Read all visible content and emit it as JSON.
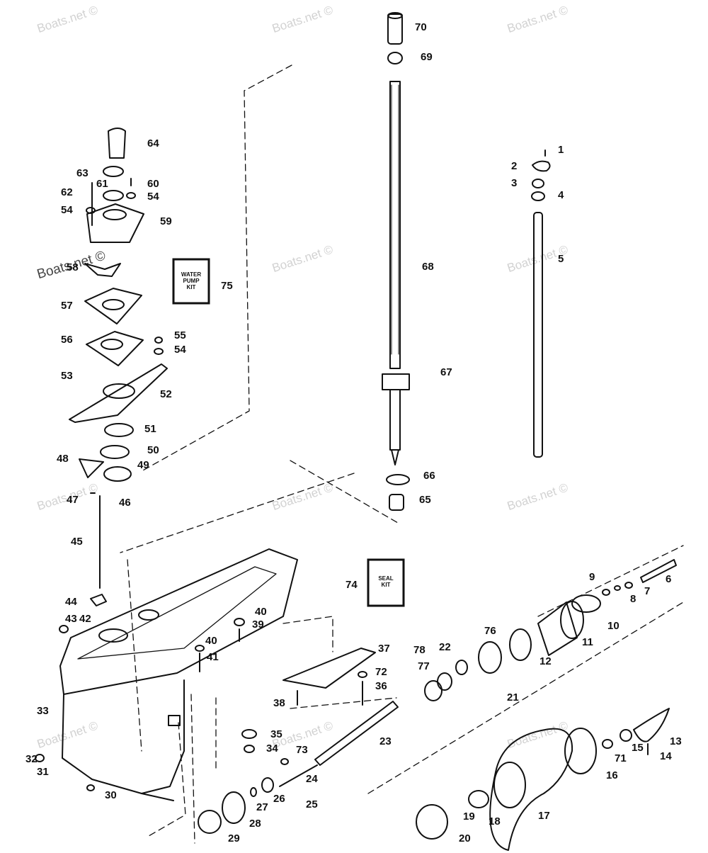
{
  "watermark": "Boats.net ©",
  "kits": {
    "water_pump_kit": "WATER\nPUMP\nKIT",
    "seal_kit": "SEAL\nKIT"
  },
  "callouts": [
    {
      "id": "1",
      "text": "1"
    },
    {
      "id": "2",
      "text": "2"
    },
    {
      "id": "3",
      "text": "3"
    },
    {
      "id": "4",
      "text": "4"
    },
    {
      "id": "5",
      "text": "5"
    },
    {
      "id": "6",
      "text": "6"
    },
    {
      "id": "7",
      "text": "7"
    },
    {
      "id": "8",
      "text": "8"
    },
    {
      "id": "9",
      "text": "9"
    },
    {
      "id": "10",
      "text": "10"
    },
    {
      "id": "11",
      "text": "11"
    },
    {
      "id": "12",
      "text": "12"
    },
    {
      "id": "13",
      "text": "13"
    },
    {
      "id": "14",
      "text": "14"
    },
    {
      "id": "15",
      "text": "15"
    },
    {
      "id": "16",
      "text": "16"
    },
    {
      "id": "17",
      "text": "17"
    },
    {
      "id": "18",
      "text": "18"
    },
    {
      "id": "19",
      "text": "19"
    },
    {
      "id": "20",
      "text": "20"
    },
    {
      "id": "21",
      "text": "21"
    },
    {
      "id": "22",
      "text": "22"
    },
    {
      "id": "23",
      "text": "23"
    },
    {
      "id": "24",
      "text": "24"
    },
    {
      "id": "25",
      "text": "25"
    },
    {
      "id": "26",
      "text": "26"
    },
    {
      "id": "27",
      "text": "27"
    },
    {
      "id": "28",
      "text": "28"
    },
    {
      "id": "29",
      "text": "29"
    },
    {
      "id": "30",
      "text": "30"
    },
    {
      "id": "31",
      "text": "31"
    },
    {
      "id": "32",
      "text": "32"
    },
    {
      "id": "33",
      "text": "33"
    },
    {
      "id": "34",
      "text": "34"
    },
    {
      "id": "35",
      "text": "35"
    },
    {
      "id": "36",
      "text": "36"
    },
    {
      "id": "37",
      "text": "37"
    },
    {
      "id": "38",
      "text": "38"
    },
    {
      "id": "39",
      "text": "39"
    },
    {
      "id": "40a",
      "text": "40"
    },
    {
      "id": "40b",
      "text": "40"
    },
    {
      "id": "41",
      "text": "41"
    },
    {
      "id": "42",
      "text": "42"
    },
    {
      "id": "43",
      "text": "43"
    },
    {
      "id": "44",
      "text": "44"
    },
    {
      "id": "45",
      "text": "45"
    },
    {
      "id": "46",
      "text": "46"
    },
    {
      "id": "47",
      "text": "47"
    },
    {
      "id": "48",
      "text": "48"
    },
    {
      "id": "49",
      "text": "49"
    },
    {
      "id": "50",
      "text": "50"
    },
    {
      "id": "51",
      "text": "51"
    },
    {
      "id": "52",
      "text": "52"
    },
    {
      "id": "53",
      "text": "53"
    },
    {
      "id": "54a",
      "text": "54"
    },
    {
      "id": "54b",
      "text": "54"
    },
    {
      "id": "54c",
      "text": "54"
    },
    {
      "id": "55",
      "text": "55"
    },
    {
      "id": "56",
      "text": "56"
    },
    {
      "id": "57",
      "text": "57"
    },
    {
      "id": "58",
      "text": "58"
    },
    {
      "id": "59",
      "text": "59"
    },
    {
      "id": "60",
      "text": "60"
    },
    {
      "id": "61",
      "text": "61"
    },
    {
      "id": "62",
      "text": "62"
    },
    {
      "id": "63",
      "text": "63"
    },
    {
      "id": "64",
      "text": "64"
    },
    {
      "id": "65",
      "text": "65"
    },
    {
      "id": "66",
      "text": "66"
    },
    {
      "id": "67",
      "text": "67"
    },
    {
      "id": "68",
      "text": "68"
    },
    {
      "id": "69",
      "text": "69"
    },
    {
      "id": "70",
      "text": "70"
    },
    {
      "id": "71",
      "text": "71"
    },
    {
      "id": "72",
      "text": "72"
    },
    {
      "id": "73",
      "text": "73"
    },
    {
      "id": "74",
      "text": "74"
    },
    {
      "id": "75",
      "text": "75"
    },
    {
      "id": "76",
      "text": "76"
    },
    {
      "id": "77",
      "text": "77"
    },
    {
      "id": "78",
      "text": "78"
    }
  ]
}
